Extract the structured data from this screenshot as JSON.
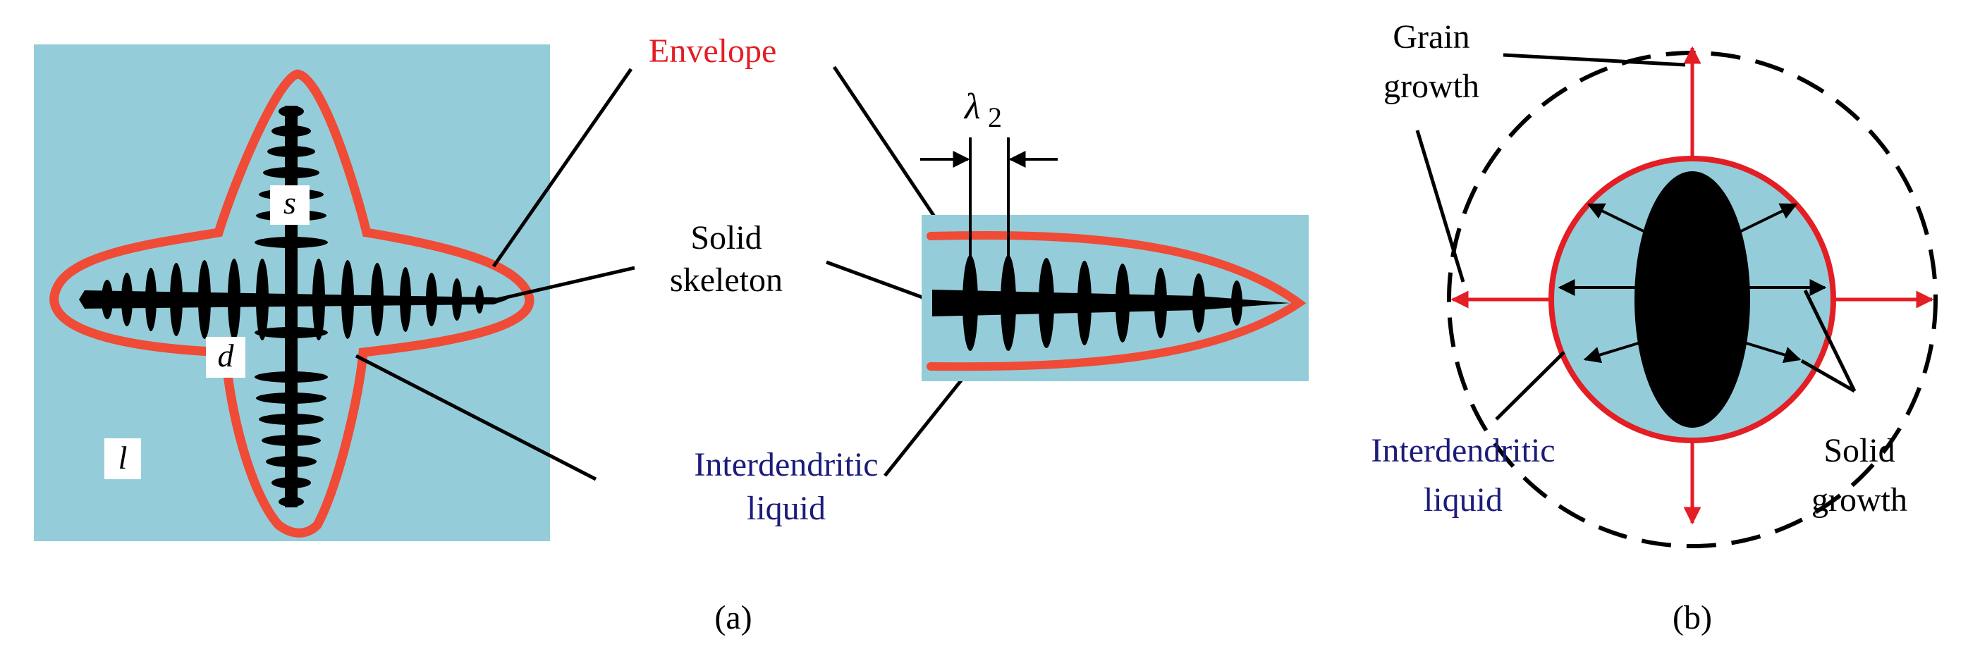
{
  "colors": {
    "liquid": "#94cdd9",
    "envelope": "#ef4b36",
    "red_arrow": "#e31e24",
    "solid": "#000000",
    "label_red": "#e31e24",
    "label_blue": "#1c1c7a"
  },
  "panel_a": {
    "caption": "(a)",
    "inside_labels": {
      "s": "s",
      "d": "d",
      "l": "l"
    },
    "envelope_label": "Envelope",
    "solid_skeleton_label": [
      "Solid",
      "skeleton"
    ],
    "interdendritic_label": [
      "Interdendritic",
      "liquid"
    ],
    "lambda_symbol": "λ",
    "lambda_subscript": "2"
  },
  "panel_b": {
    "caption": "(b)",
    "grain_growth_label": [
      "Grain",
      "growth"
    ],
    "interdendritic_label": [
      "Interdendritic",
      "liquid"
    ],
    "solid_growth_label": [
      "Solid",
      "growth"
    ]
  }
}
